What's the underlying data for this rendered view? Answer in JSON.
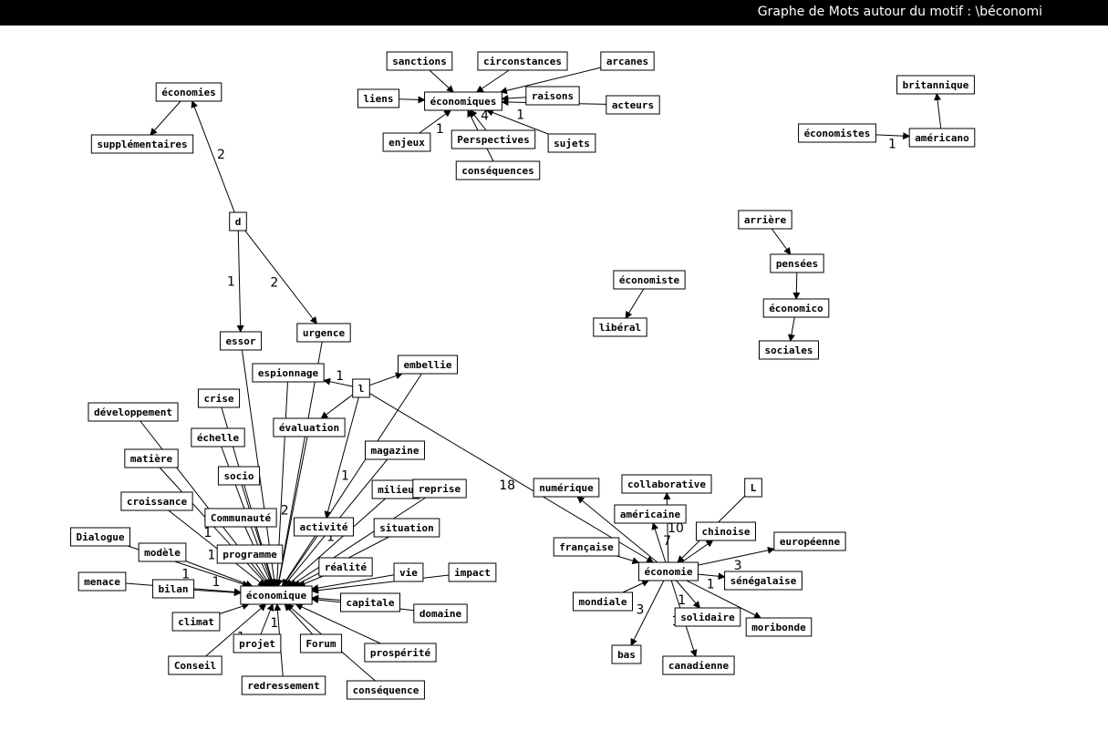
{
  "window": {
    "title": "Graphe de Mots autour du motif : \\béconomi"
  },
  "colors": {
    "titlebar": "#000000",
    "title_text": "#ffffff",
    "node_border": "#000000",
    "edge": "#000000"
  },
  "nodes": [
    {
      "id": "economies",
      "label": "économies"
    },
    {
      "id": "supplementaires",
      "label": "supplémentaires"
    },
    {
      "id": "d",
      "label": "d"
    },
    {
      "id": "essor",
      "label": "essor"
    },
    {
      "id": "urgence",
      "label": "urgence"
    },
    {
      "id": "espionnage",
      "label": "espionnage"
    },
    {
      "id": "l",
      "label": "l"
    },
    {
      "id": "embellie",
      "label": "embellie"
    },
    {
      "id": "crise",
      "label": "crise"
    },
    {
      "id": "developpement",
      "label": "développement"
    },
    {
      "id": "evaluation",
      "label": "évaluation"
    },
    {
      "id": "echelle",
      "label": "échelle"
    },
    {
      "id": "magazine",
      "label": "magazine"
    },
    {
      "id": "matiere",
      "label": "matière"
    },
    {
      "id": "socio",
      "label": "socio"
    },
    {
      "id": "milieu",
      "label": "milieu"
    },
    {
      "id": "reprise",
      "label": "reprise"
    },
    {
      "id": "croissance",
      "label": "croissance"
    },
    {
      "id": "communaute",
      "label": "Communauté"
    },
    {
      "id": "activite",
      "label": "activité"
    },
    {
      "id": "situation",
      "label": "situation"
    },
    {
      "id": "dialogue",
      "label": "Dialogue"
    },
    {
      "id": "modele",
      "label": "modèle"
    },
    {
      "id": "programme",
      "label": "programme"
    },
    {
      "id": "realite",
      "label": "réalité"
    },
    {
      "id": "vie",
      "label": "vie"
    },
    {
      "id": "impact",
      "label": "impact"
    },
    {
      "id": "menace",
      "label": "menace"
    },
    {
      "id": "bilan",
      "label": "bilan"
    },
    {
      "id": "economique",
      "label": "économique"
    },
    {
      "id": "capitale",
      "label": "capitale"
    },
    {
      "id": "domaine",
      "label": "domaine"
    },
    {
      "id": "climat",
      "label": "climat"
    },
    {
      "id": "projet",
      "label": "projet"
    },
    {
      "id": "forum",
      "label": "Forum"
    },
    {
      "id": "prosperite",
      "label": "prospérité"
    },
    {
      "id": "conseil",
      "label": "Conseil"
    },
    {
      "id": "redressement",
      "label": "redressement"
    },
    {
      "id": "consequence",
      "label": "conséquence"
    },
    {
      "id": "sanctions",
      "label": "sanctions"
    },
    {
      "id": "circonstances",
      "label": "circonstances"
    },
    {
      "id": "arcanes",
      "label": "arcanes"
    },
    {
      "id": "liens",
      "label": "liens"
    },
    {
      "id": "economiques",
      "label": "économiques"
    },
    {
      "id": "raisons",
      "label": "raisons"
    },
    {
      "id": "acteurs",
      "label": "acteurs"
    },
    {
      "id": "enjeux",
      "label": "enjeux"
    },
    {
      "id": "perspectives",
      "label": "Perspectives"
    },
    {
      "id": "sujets",
      "label": "sujets"
    },
    {
      "id": "consequences",
      "label": "conséquences"
    },
    {
      "id": "britannique",
      "label": "britannique"
    },
    {
      "id": "economistes",
      "label": "économistes"
    },
    {
      "id": "americano",
      "label": "américano"
    },
    {
      "id": "arriere",
      "label": "arrière"
    },
    {
      "id": "pensees",
      "label": "pensées"
    },
    {
      "id": "economico",
      "label": "économico"
    },
    {
      "id": "sociales",
      "label": "sociales"
    },
    {
      "id": "economiste",
      "label": "économiste"
    },
    {
      "id": "liberal",
      "label": "libéral"
    },
    {
      "id": "numerique",
      "label": "numérique"
    },
    {
      "id": "collaborative",
      "label": "collaborative"
    },
    {
      "id": "L",
      "label": "L"
    },
    {
      "id": "americaine",
      "label": "américaine"
    },
    {
      "id": "chinoise",
      "label": "chinoise"
    },
    {
      "id": "francaise",
      "label": "française"
    },
    {
      "id": "europeenne",
      "label": "européenne"
    },
    {
      "id": "economie",
      "label": "économie"
    },
    {
      "id": "senegalaise",
      "label": "sénégalaise"
    },
    {
      "id": "mondiale",
      "label": "mondiale"
    },
    {
      "id": "solidaire",
      "label": "solidaire"
    },
    {
      "id": "moribonde",
      "label": "moribonde"
    },
    {
      "id": "bas",
      "label": "bas"
    },
    {
      "id": "canadienne",
      "label": "canadienne"
    }
  ],
  "edges": [
    {
      "from": "economies",
      "to": "supplementaires",
      "label": ""
    },
    {
      "from": "d",
      "to": "economies",
      "label": "2"
    },
    {
      "from": "d",
      "to": "essor",
      "label": "1"
    },
    {
      "from": "d",
      "to": "urgence",
      "label": "2"
    },
    {
      "from": "l",
      "to": "espionnage",
      "label": "1"
    },
    {
      "from": "l",
      "to": "embellie",
      "label": ""
    },
    {
      "from": "l",
      "to": "evaluation",
      "label": ""
    },
    {
      "from": "l",
      "to": "economie",
      "label": "18"
    },
    {
      "from": "l",
      "to": "activite",
      "label": ""
    },
    {
      "from": "essor",
      "to": "economique",
      "label": ""
    },
    {
      "from": "urgence",
      "to": "economique",
      "label": ""
    },
    {
      "from": "espionnage",
      "to": "economique",
      "label": ""
    },
    {
      "from": "embellie",
      "to": "economique",
      "label": "1"
    },
    {
      "from": "crise",
      "to": "economique",
      "label": ""
    },
    {
      "from": "developpement",
      "to": "economique",
      "label": ""
    },
    {
      "from": "evaluation",
      "to": "economique",
      "label": "2"
    },
    {
      "from": "echelle",
      "to": "economique",
      "label": "1"
    },
    {
      "from": "magazine",
      "to": "economique",
      "label": ""
    },
    {
      "from": "matiere",
      "to": "economique",
      "label": "1"
    },
    {
      "from": "socio",
      "to": "economique",
      "label": ""
    },
    {
      "from": "milieu",
      "to": "economique",
      "label": "1"
    },
    {
      "from": "reprise",
      "to": "economique",
      "label": ""
    },
    {
      "from": "croissance",
      "to": "economique",
      "label": "1"
    },
    {
      "from": "communaute",
      "to": "economique",
      "label": ""
    },
    {
      "from": "activite",
      "to": "economique",
      "label": ""
    },
    {
      "from": "situation",
      "to": "economique",
      "label": ""
    },
    {
      "from": "dialogue",
      "to": "economique",
      "label": "1"
    },
    {
      "from": "modele",
      "to": "economique",
      "label": "1"
    },
    {
      "from": "programme",
      "to": "economique",
      "label": ""
    },
    {
      "from": "realite",
      "to": "economique",
      "label": ""
    },
    {
      "from": "vie",
      "to": "economique",
      "label": ""
    },
    {
      "from": "impact",
      "to": "economique",
      "label": ""
    },
    {
      "from": "menace",
      "to": "economique",
      "label": ""
    },
    {
      "from": "bilan",
      "to": "economique",
      "label": ""
    },
    {
      "from": "capitale",
      "to": "economique",
      "label": ""
    },
    {
      "from": "domaine",
      "to": "economique",
      "label": ""
    },
    {
      "from": "climat",
      "to": "economique",
      "label": ""
    },
    {
      "from": "projet",
      "to": "economique",
      "label": "1"
    },
    {
      "from": "forum",
      "to": "economique",
      "label": ""
    },
    {
      "from": "prosperite",
      "to": "economique",
      "label": ""
    },
    {
      "from": "conseil",
      "to": "economique",
      "label": "1"
    },
    {
      "from": "redressement",
      "to": "economique",
      "label": ""
    },
    {
      "from": "consequence",
      "to": "economique",
      "label": ""
    },
    {
      "from": "sanctions",
      "to": "economiques",
      "label": ""
    },
    {
      "from": "circonstances",
      "to": "economiques",
      "label": ""
    },
    {
      "from": "arcanes",
      "to": "economiques",
      "label": ""
    },
    {
      "from": "liens",
      "to": "economiques",
      "label": ""
    },
    {
      "from": "raisons",
      "to": "economiques",
      "label": ""
    },
    {
      "from": "acteurs",
      "to": "economiques",
      "label": ""
    },
    {
      "from": "enjeux",
      "to": "economiques",
      "label": "1"
    },
    {
      "from": "perspectives",
      "to": "economiques",
      "label": "4"
    },
    {
      "from": "sujets",
      "to": "economiques",
      "label": "1"
    },
    {
      "from": "consequences",
      "to": "economiques",
      "label": ""
    },
    {
      "from": "americano",
      "to": "britannique",
      "label": ""
    },
    {
      "from": "economistes",
      "to": "americano",
      "label": "1"
    },
    {
      "from": "arriere",
      "to": "pensees",
      "label": ""
    },
    {
      "from": "pensees",
      "to": "economico",
      "label": ""
    },
    {
      "from": "economico",
      "to": "sociales",
      "label": ""
    },
    {
      "from": "economiste",
      "to": "liberal",
      "label": ""
    },
    {
      "from": "economie",
      "to": "numerique",
      "label": ""
    },
    {
      "from": "economie",
      "to": "collaborative",
      "label": "10"
    },
    {
      "from": "L",
      "to": "economie",
      "label": ""
    },
    {
      "from": "economie",
      "to": "americaine",
      "label": "7"
    },
    {
      "from": "economie",
      "to": "chinoise",
      "label": ""
    },
    {
      "from": "francaise",
      "to": "economie",
      "label": ""
    },
    {
      "from": "economie",
      "to": "europeenne",
      "label": "3"
    },
    {
      "from": "economie",
      "to": "senegalaise",
      "label": "1"
    },
    {
      "from": "mondiale",
      "to": "economie",
      "label": ""
    },
    {
      "from": "economie",
      "to": "solidaire",
      "label": "1"
    },
    {
      "from": "economie",
      "to": "moribonde",
      "label": ""
    },
    {
      "from": "economie",
      "to": "bas",
      "label": "3"
    },
    {
      "from": "economie",
      "to": "canadienne",
      "label": "1"
    }
  ]
}
